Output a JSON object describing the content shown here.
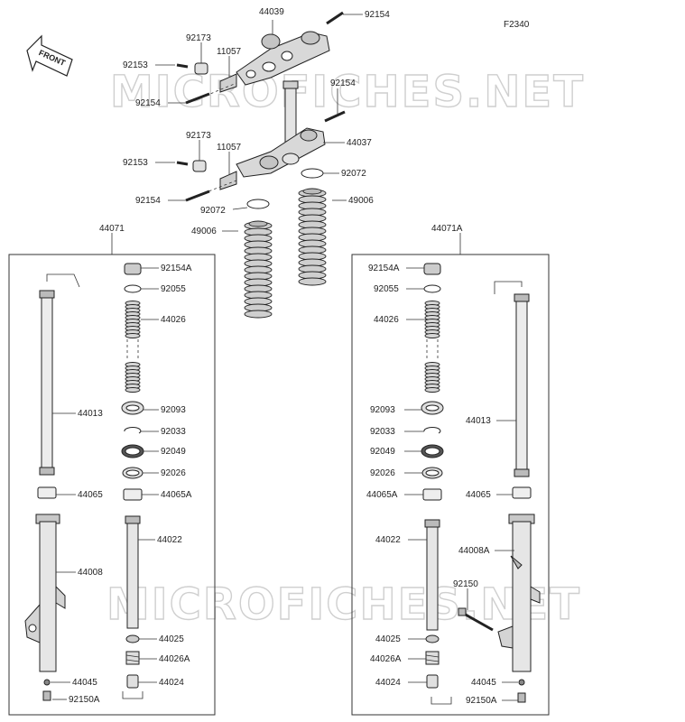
{
  "figure_code": "F2340",
  "front_arrow": "FRONT",
  "watermark": "MICROFICHES.NET",
  "labels": {
    "p44039": "44039",
    "p92154_top": "92154",
    "p92173_a": "92173",
    "p11057_a": "11057",
    "p92153_a": "92153",
    "p92154_a": "92154",
    "p92154_b": "92154",
    "p92173_b": "92173",
    "p11057_b": "11057",
    "p44037": "44037",
    "p92153_b": "92153",
    "p92072_r": "92072",
    "p92154_c": "92154",
    "p49006_r": "49006",
    "p92072_l": "92072",
    "p49006_l": "49006",
    "left_asm": "44071",
    "right_asm": "44071A",
    "L_92154A": "92154A",
    "L_92055": "92055",
    "L_44026": "44026",
    "L_44013": "44013",
    "L_92093": "92093",
    "L_92033": "92033",
    "L_92049": "92049",
    "L_92026": "92026",
    "L_44065": "44065",
    "L_44065A": "44065A",
    "L_44022": "44022",
    "L_44008": "44008",
    "L_44025": "44025",
    "L_44026A": "44026A",
    "L_44045": "44045",
    "L_44024": "44024",
    "L_92150A": "92150A",
    "R_92154A": "92154A",
    "R_92055": "92055",
    "R_44026": "44026",
    "R_92093": "92093",
    "R_44013": "44013",
    "R_92033": "92033",
    "R_92049": "92049",
    "R_92026": "92026",
    "R_44065A": "44065A",
    "R_44065": "44065",
    "R_44022": "44022",
    "R_44008A": "44008A",
    "R_92150": "92150",
    "R_44025": "44025",
    "R_44026A": "44026A",
    "R_44045": "44045",
    "R_44024": "44024",
    "R_92150A": "92150A"
  }
}
